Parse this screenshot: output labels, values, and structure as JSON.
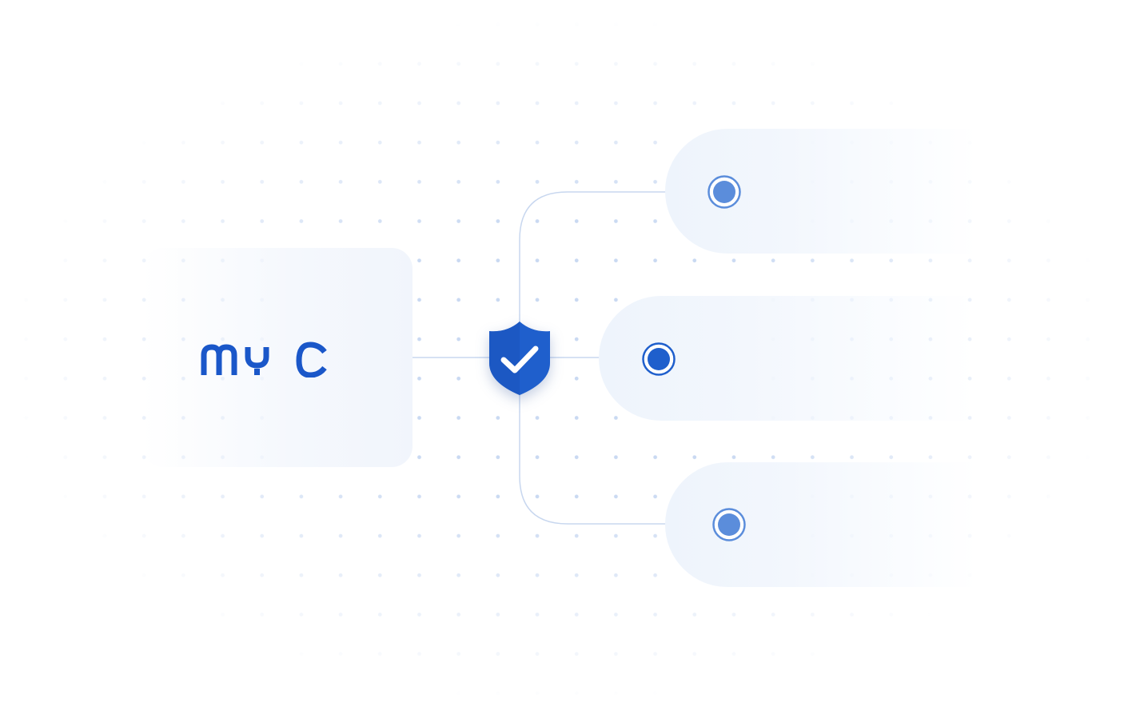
{
  "brand": {
    "logo_text": "myc",
    "color": "#1a57c9"
  },
  "colors": {
    "accent": "#1a57c9",
    "accent_light": "#5b8ddb",
    "connector": "#c8d7ef",
    "dots": "#c9d9f2",
    "card_fill": "#f3f7fd"
  },
  "hub": {
    "icon": "shield-check-icon",
    "color": "#1f5fcc"
  },
  "branches": [
    {
      "icon": "radio-dot-icon",
      "state": "inactive"
    },
    {
      "icon": "radio-dot-icon",
      "state": "active"
    },
    {
      "icon": "radio-dot-icon",
      "state": "inactive"
    }
  ]
}
